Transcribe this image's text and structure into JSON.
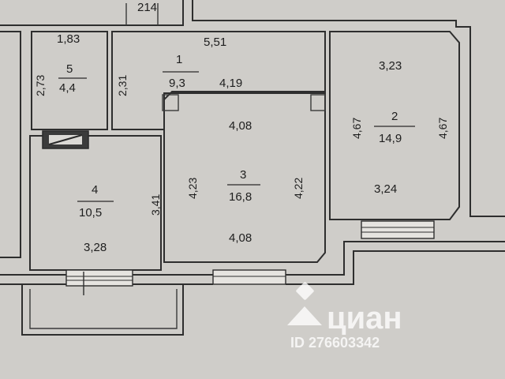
{
  "top_dimension": "214",
  "rooms": [
    {
      "number": "1",
      "area": "9,3"
    },
    {
      "number": "2",
      "area": "14,9"
    },
    {
      "number": "3",
      "area": "16,8"
    },
    {
      "number": "4",
      "area": "10,5"
    },
    {
      "number": "5",
      "area": "4,4"
    }
  ],
  "dimensions": {
    "room5_width": "1,83",
    "room5_height": "2,73",
    "room1_width": "5,51",
    "room1_height": "2,31",
    "room1_inner": "4,19",
    "room3_top": "4,08",
    "room3_bottom": "4,08",
    "room3_left": "4,23",
    "room3_right": "4,22",
    "room4_height": "3,41",
    "room4_width": "3,28",
    "room2_top": "3,23",
    "room2_bottom": "3,24",
    "room2_left": "4,67",
    "room2_right": "4,67"
  },
  "watermark": {
    "brand": "циан",
    "id_text": "ID 276603342"
  }
}
